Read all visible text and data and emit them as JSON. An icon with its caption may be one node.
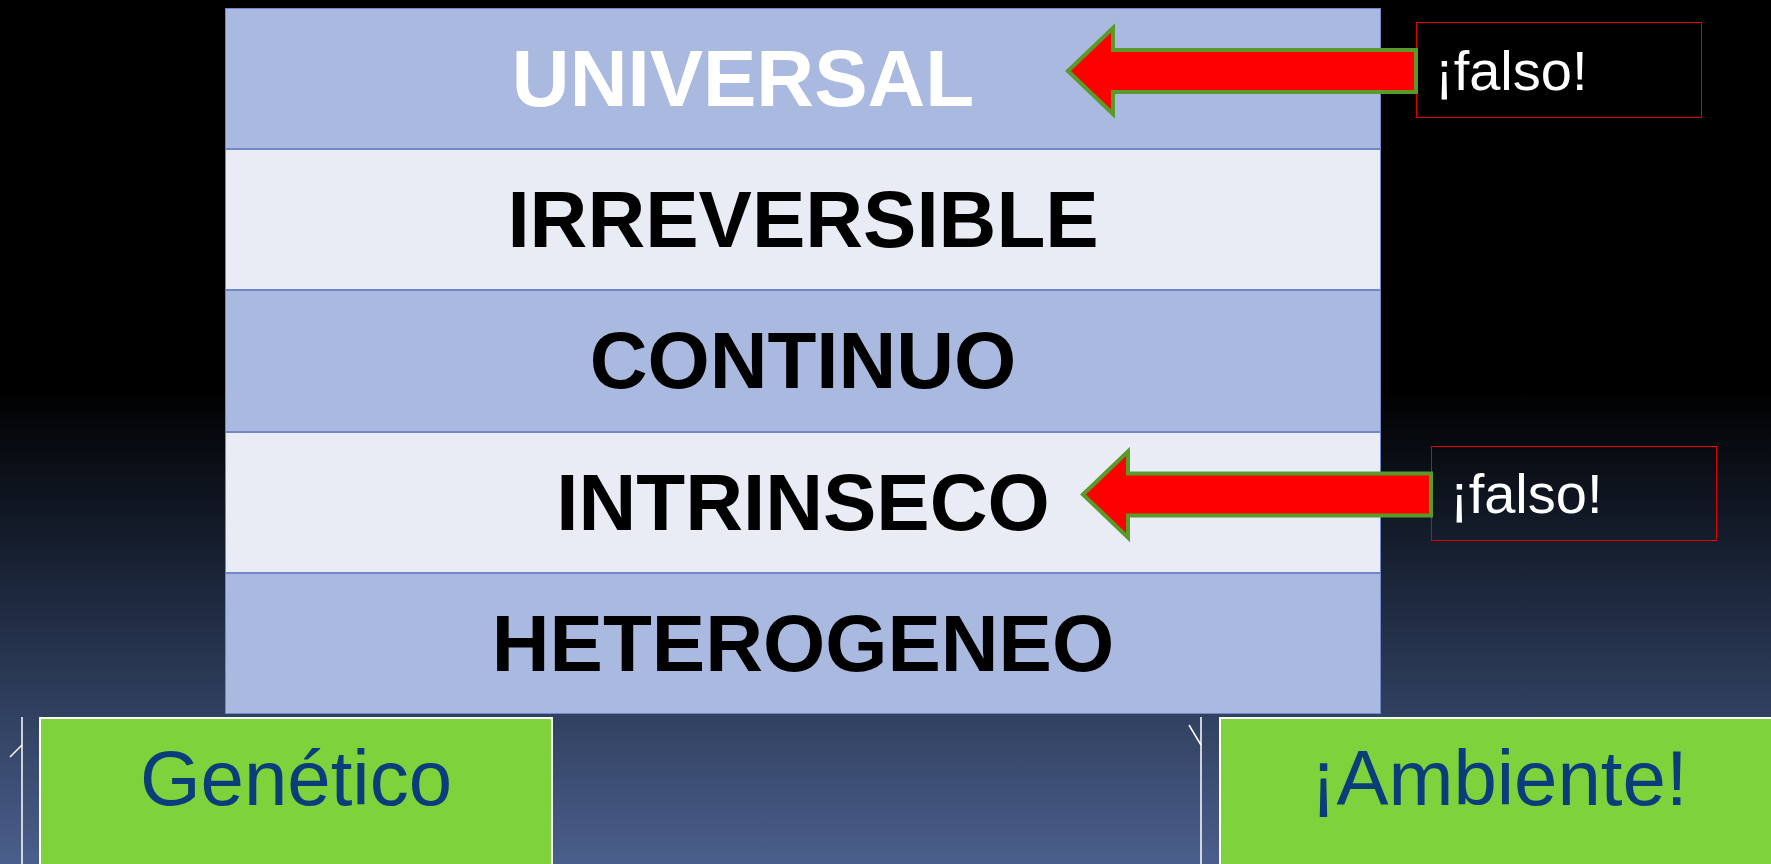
{
  "diagram": {
    "nodes": [
      {
        "text": [
          "UNIVERSAL"
        ]
      },
      {
        "text": [
          "IRREVERSIBLE"
        ]
      },
      {
        "text": [
          "CONTINUO"
        ]
      },
      {
        "text": [
          "INTRINSECO"
        ]
      },
      {
        "text": [
          "HETEROGENEO"
        ]
      },
      {
        "text": [
          "¡falso!"
        ]
      },
      {
        "text": [
          "¡falso!"
        ]
      },
      {
        "text": [
          "Genético"
        ]
      },
      {
        "text": [
          "¡Ambiente!"
        ]
      }
    ],
    "edges": [
      {
        "from": 5,
        "to": 0,
        "arrow": "to"
      },
      {
        "from": 6,
        "to": 3,
        "arrow": "to"
      }
    ]
  }
}
